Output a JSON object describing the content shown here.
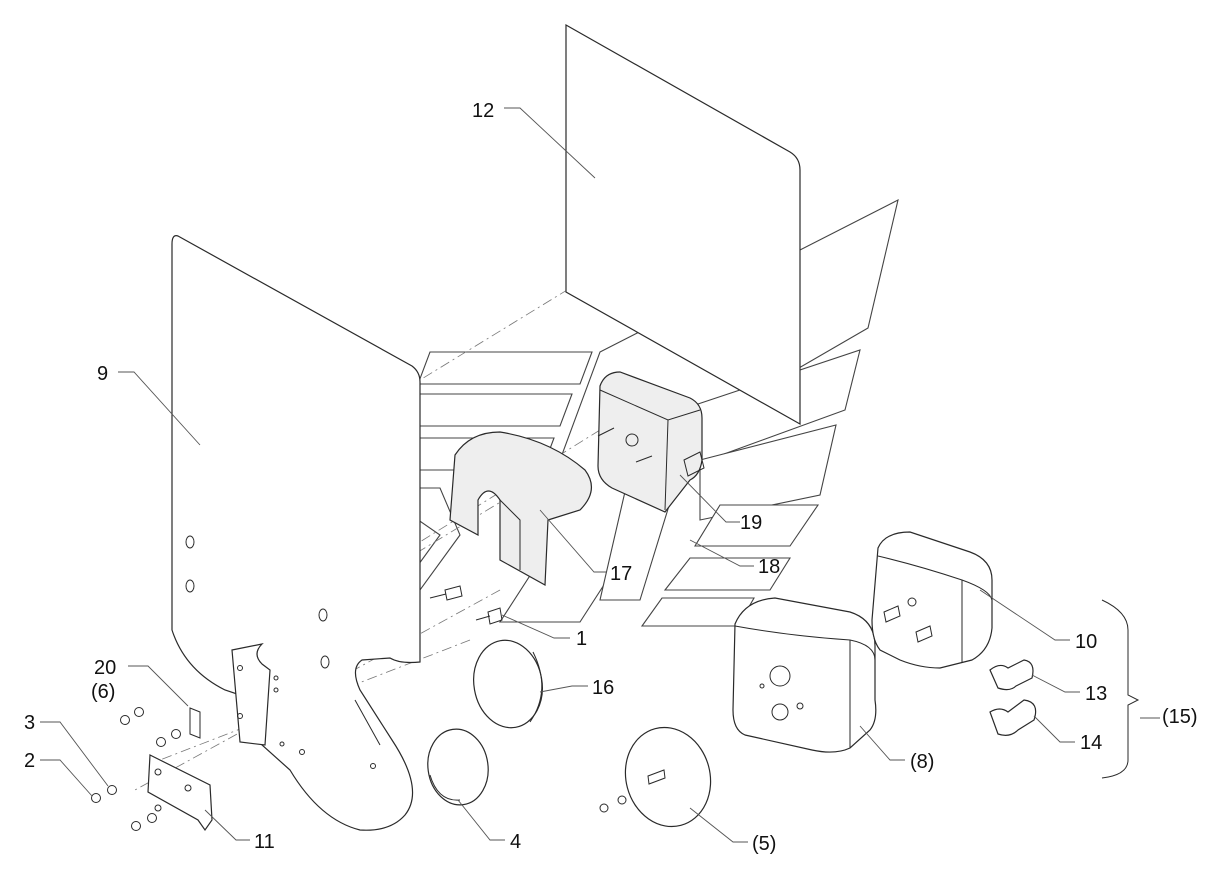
{
  "labels": {
    "l1": "1",
    "l2": "2",
    "l3": "3",
    "l4": "4",
    "l5": "(5)",
    "l6": "(6)",
    "l8": "(8)",
    "l9": "9",
    "l10": "10",
    "l11": "11",
    "l12": "12",
    "l13": "13",
    "l14": "14",
    "l15": "(15)",
    "l16": "16",
    "l17": "17",
    "l18": "18",
    "l19": "19",
    "l20": "20"
  }
}
